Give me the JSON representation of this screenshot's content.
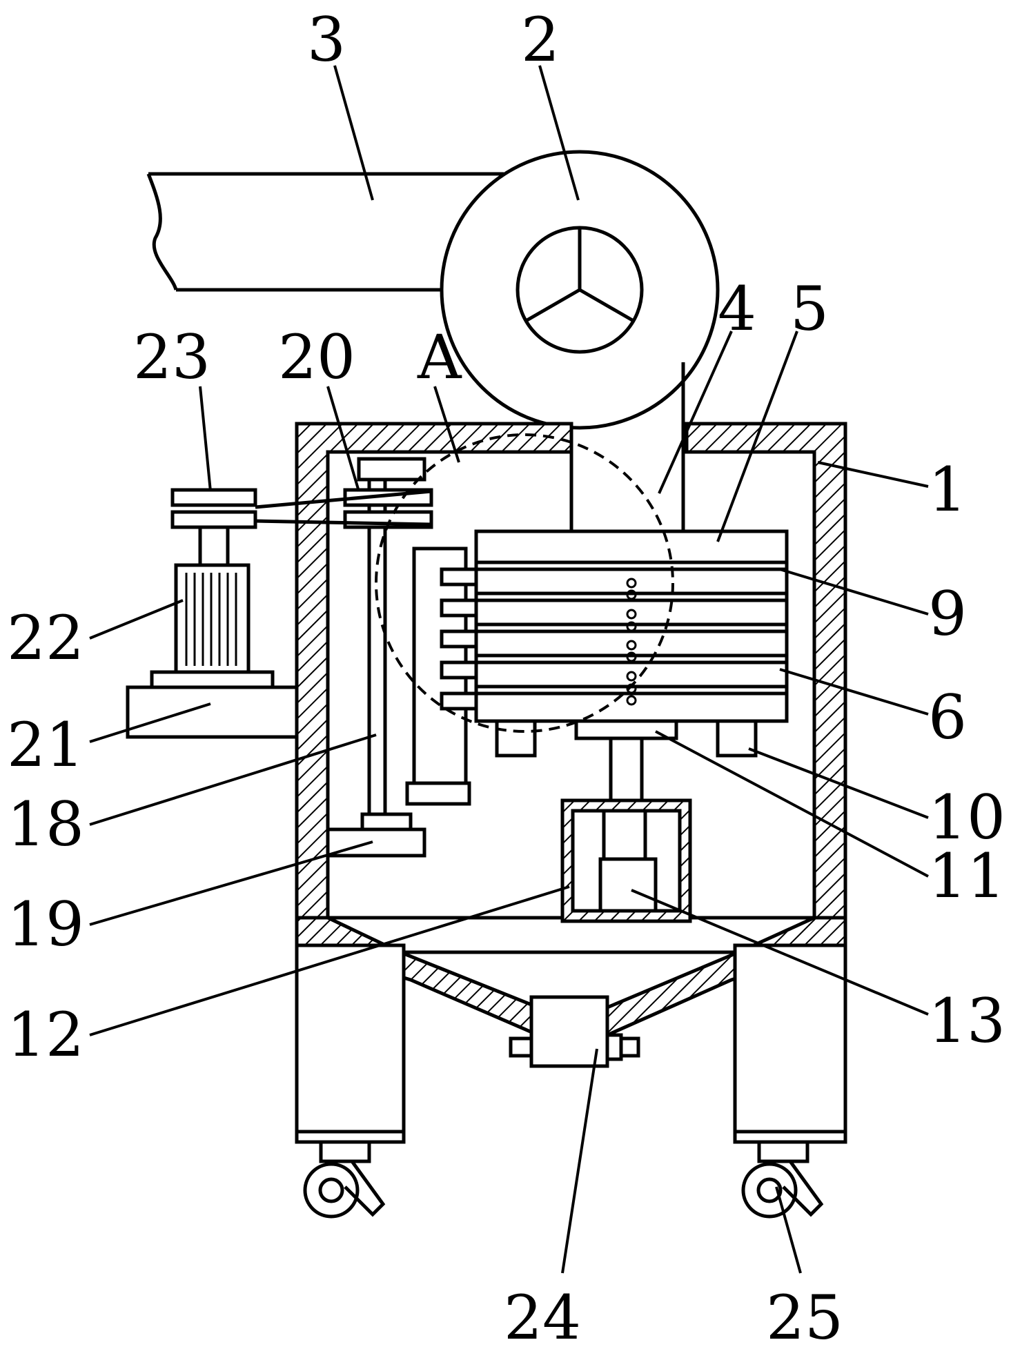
{
  "figure": {
    "labels": {
      "l1": "1",
      "l2": "2",
      "l3": "3",
      "l4": "4",
      "l5": "5",
      "l6": "6",
      "l9": "9",
      "l10": "10",
      "l11": "11",
      "l12": "12",
      "l13": "13",
      "l18": "18",
      "l19": "19",
      "l20": "20",
      "l21": "21",
      "l22": "22",
      "l23": "23",
      "l24": "24",
      "l25": "25",
      "lA": "A"
    }
  }
}
